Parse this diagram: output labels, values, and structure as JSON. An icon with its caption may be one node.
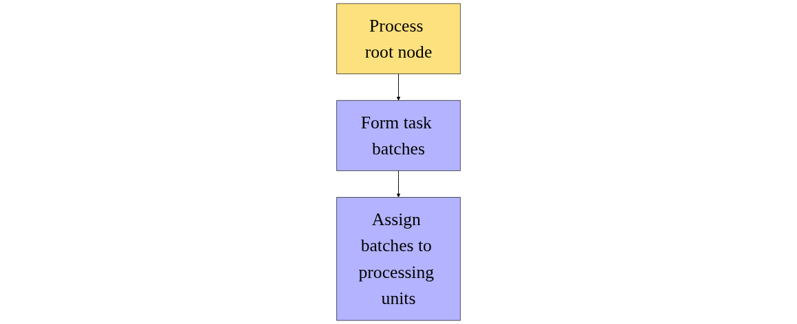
{
  "diagram": {
    "nodes": [
      {
        "text": [
          "Process root node"
        ]
      },
      {
        "text": [
          "Form task batches"
        ]
      },
      {
        "text": [
          "Assign batches to processing units"
        ]
      }
    ],
    "edges": [
      {
        "from": 0,
        "to": 1,
        "arrow": "to"
      },
      {
        "from": 1,
        "to": 2,
        "arrow": "to"
      }
    ]
  }
}
